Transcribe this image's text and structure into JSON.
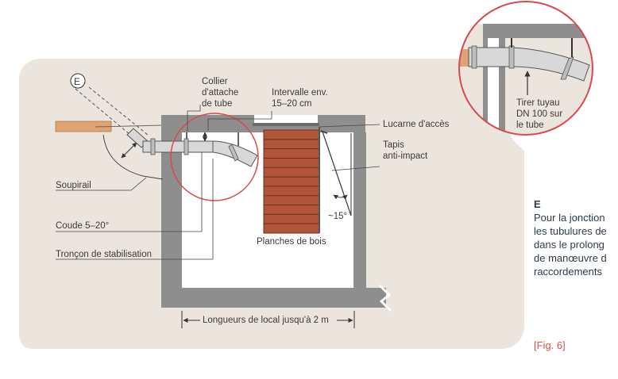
{
  "labels": {
    "E": "E",
    "collier": [
      "Collier",
      "d'attache",
      "de tube"
    ],
    "intervalle": [
      "Intervalle env.",
      "15–20 cm"
    ],
    "lucarne": "Lucarne d'accès",
    "tapis": [
      "Tapis",
      "anti-impact"
    ],
    "soupirail": "Soupirail",
    "coude": "Coude 5–20°",
    "troncon": "Tronçon de stabilisation",
    "planches": "Planches de bois",
    "angle": "~15°",
    "longueurs": "Longueurs de local jusqu'à 2 m",
    "tirer": [
      "Tirer tuyau",
      "DN 100 sur",
      "le tube"
    ]
  },
  "side": {
    "heading": "E",
    "lines": [
      "Pour la jonction",
      "les tubulures de",
      "dans le prolong",
      "de manœuvre d",
      "raccordements"
    ]
  },
  "figure_ref": "[Fig. 6]",
  "colors": {
    "panel": "#ebe5de",
    "wall": "#8e8e8e",
    "wood": "#b0553a",
    "highlight": "#d84a4f",
    "pipe": "#d8d8d8",
    "feed_pipe": "#e0a373",
    "text": "#3a3a3a",
    "side_text": "#2f3b4a"
  }
}
